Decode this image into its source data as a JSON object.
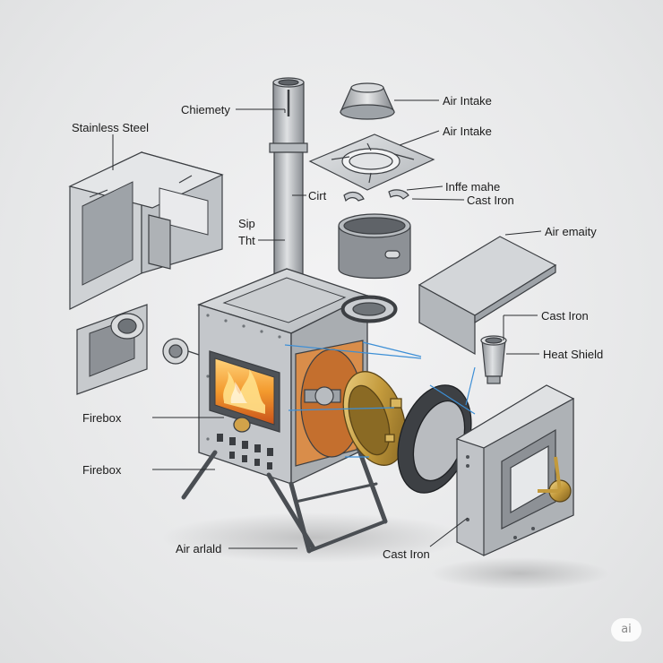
{
  "labels": {
    "chimney": "Chiemety",
    "stainless_steel": "Stainless Steel",
    "air_intake_top": "Air Intake",
    "air_intake_second": "Air Intake",
    "inffe_mahe": "Inffe mahe",
    "cast_iron_ring": "Cast Iron",
    "cirt": "Cirt",
    "sip": "Sip",
    "tht": "Tht",
    "air_emaity": "Air emaity",
    "cast_iron_cup": "Cast Iron",
    "heat_shield": "Heat Shield",
    "firebox_upper": "Firebox",
    "firebox_lower": "Firebox",
    "air_arlald": "Air arlald",
    "cast_iron_bottom": "Cast Iron"
  },
  "badge": "ai",
  "colors": {
    "background": "#e9eaeb",
    "steel_light": "#d6d8da",
    "steel_mid": "#a9adb1",
    "steel_dark": "#6f7479",
    "outline": "#3c3f43",
    "flame": "#f2a23a",
    "brass": "#c8a040",
    "guide_blue": "#3d8fd6"
  }
}
